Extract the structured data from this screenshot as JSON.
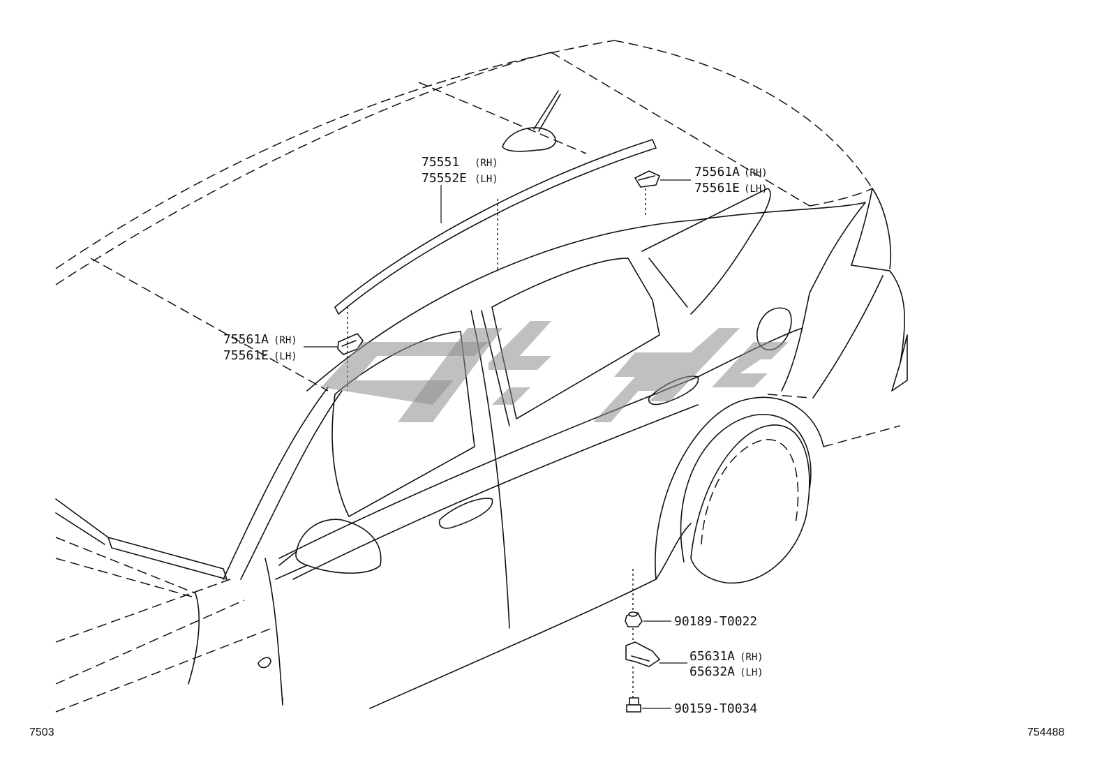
{
  "parts": [
    {
      "id": "roof_moulding_rh",
      "number": "75551",
      "side": "(RH)"
    },
    {
      "id": "roof_moulding_lh",
      "number": "75552E",
      "side": "(LH)"
    },
    {
      "id": "clip_rear_rh",
      "number": "75561A",
      "side": "(RH)"
    },
    {
      "id": "clip_rear_lh",
      "number": "75561E",
      "side": "(LH)"
    },
    {
      "id": "clip_front_rh",
      "number": "75561A",
      "side": "(RH)"
    },
    {
      "id": "clip_front_lh",
      "number": "75561E",
      "side": "(LH)"
    },
    {
      "id": "nut",
      "number": "90189-T0022",
      "side": ""
    },
    {
      "id": "mudguard_rh",
      "number": "65631A",
      "side": "(RH)"
    },
    {
      "id": "mudguard_lh",
      "number": "65632A",
      "side": "(LH)"
    },
    {
      "id": "screw",
      "number": "90159-T0034",
      "side": ""
    }
  ],
  "footer": {
    "left_code": "7503",
    "right_code": "754488"
  }
}
